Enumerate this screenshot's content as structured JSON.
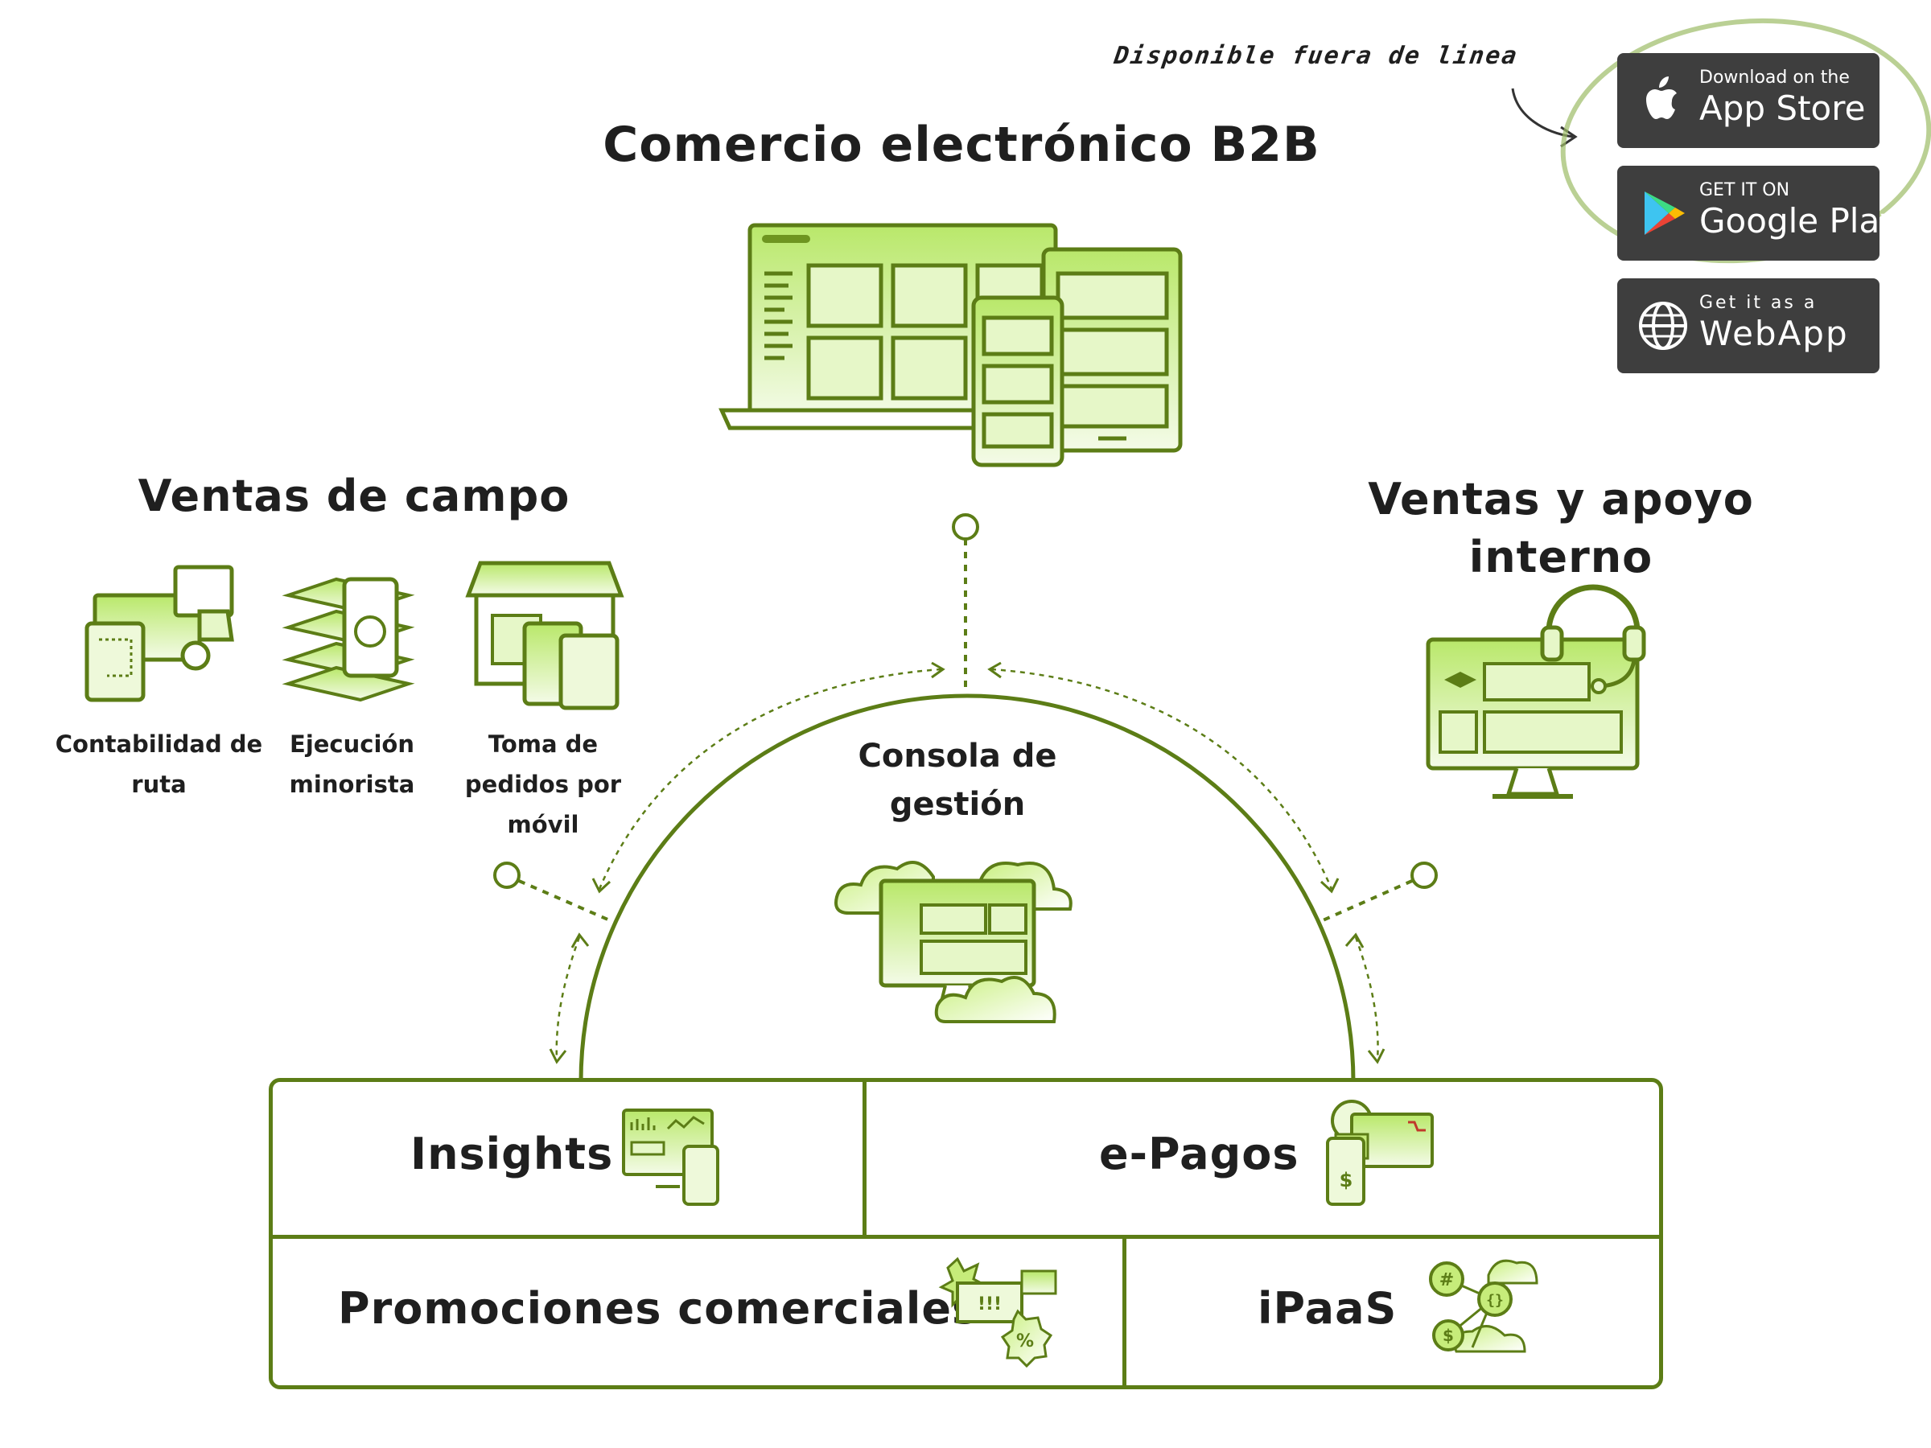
{
  "hand_note": "Disponible fuera de linea",
  "badges": {
    "app_store": {
      "small": "Download on the",
      "big": "App Store"
    },
    "google_play": {
      "small": "GET IT ON",
      "big": "Google Play"
    },
    "web_app": {
      "small": "Get it as a",
      "big": "WebApp"
    }
  },
  "titles": {
    "b2b": "Comercio electrónico B2B",
    "field_sales": "Ventas de campo",
    "inside_sales": "Ventas y apoyo interno",
    "console": "Consola de gestión"
  },
  "field_items": [
    {
      "label": "Contabilidad de ruta"
    },
    {
      "label": "Ejecución minorista"
    },
    {
      "label": "Toma de pedidos por móvil"
    }
  ],
  "modules": {
    "insights": "Insights",
    "epagos": "e-Pagos",
    "promociones": "Promociones comerciales",
    "ipaas": "iPaaS",
    "epagos_symbol": "$",
    "promo_exclaim": "!!!",
    "promo_percent": "%",
    "ipaas_hash": "#",
    "ipaas_code": "{}",
    "ipaas_dollar": "$"
  },
  "colors": {
    "accent_dark": "#5c7d16",
    "accent_light": "#c6ec7a",
    "badge_bg": "#3e3e3e",
    "text": "#1f1f1f"
  }
}
